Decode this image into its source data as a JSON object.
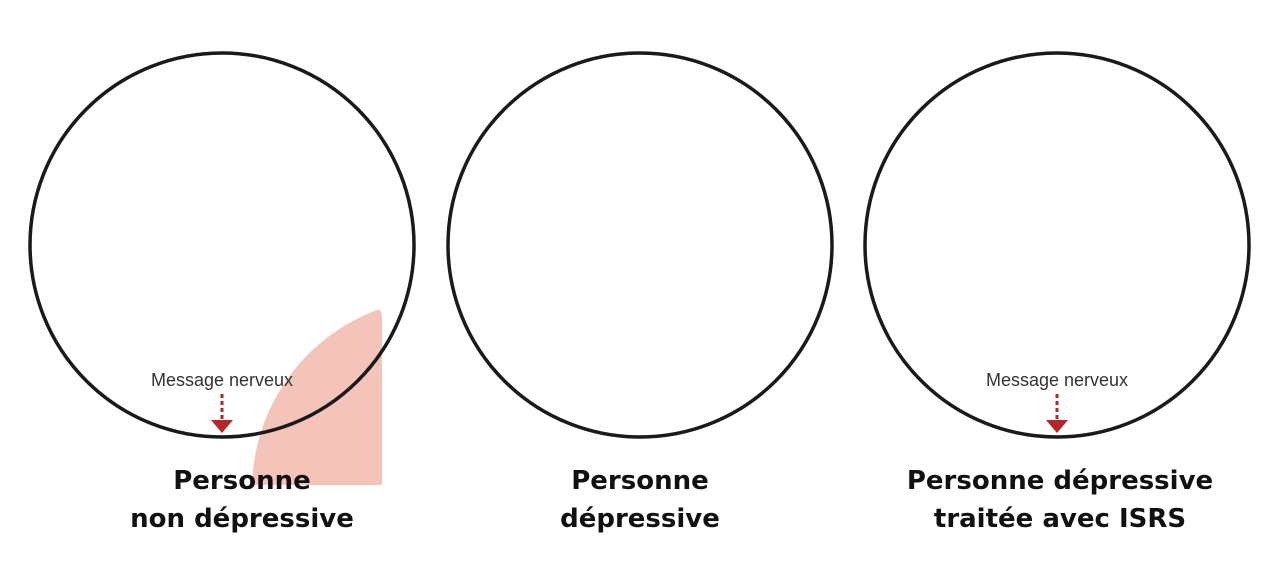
{
  "panels": [
    {
      "id": "non-depressive",
      "caption_line1": "Personne",
      "caption_line2": "non dépressive",
      "message_label": "Message nerveux"
    },
    {
      "id": "depressive",
      "caption_line1": "Personne",
      "caption_line2": "dépressive"
    },
    {
      "id": "ssri-treated",
      "caption_line1": "Personne dépressive",
      "caption_line2": "traitée avec ISRS",
      "message_label": "Message nerveux"
    }
  ],
  "colors": {
    "presynaptic": "#f2b7ad",
    "postsynaptic": "#f4c3b9",
    "vesicle": "#a9dfe8",
    "neurotransmitter": "#ee8a80",
    "mitochondria": "#8f2f6e",
    "receptor": "#5ec259",
    "ssri_drug": "#f8d23b",
    "arrow_red": "#b3262a",
    "outline": "#1a1a1a"
  }
}
